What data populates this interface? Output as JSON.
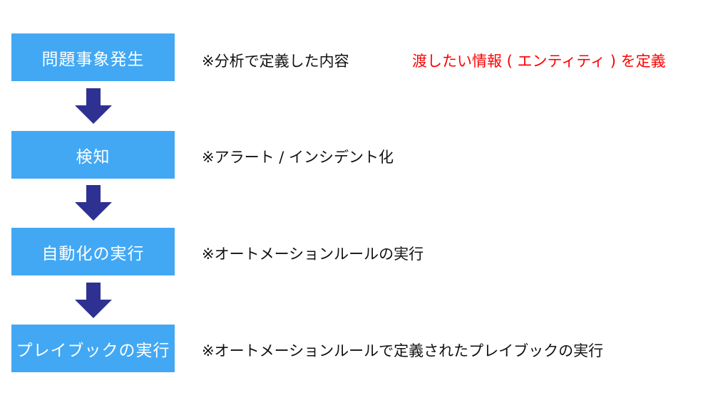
{
  "steps": [
    {
      "label": "問題事象発生",
      "note": "※分析で定義した内容"
    },
    {
      "label": "検知",
      "note": "※アラート / インシデント化"
    },
    {
      "label": "自動化の実行",
      "note": "※オートメーションルールの実行"
    },
    {
      "label": "プレイブックの実行",
      "note": "※オートメーションルールで定義されたプレイブックの実行"
    }
  ],
  "highlight_note": "渡したい情報 ( エンティティ ) を定義",
  "colors": {
    "box": "#42A8F4",
    "arrow": "#2E3192",
    "highlight": "#FF0000"
  }
}
